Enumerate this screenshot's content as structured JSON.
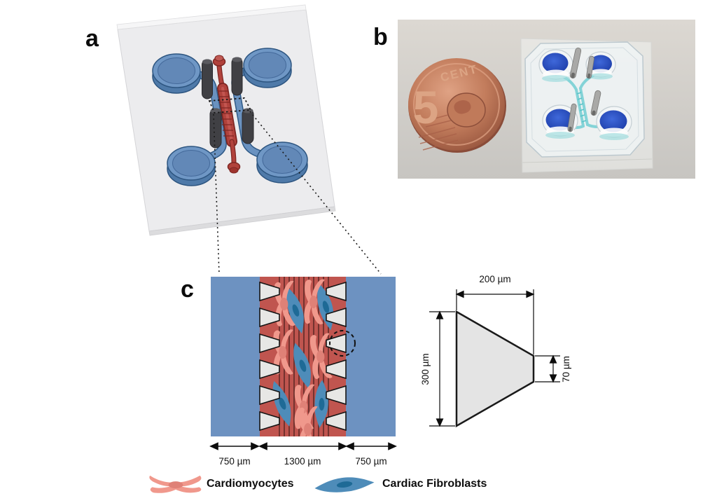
{
  "panels": {
    "a": {
      "label": "a"
    },
    "b": {
      "label": "b"
    },
    "c": {
      "label": "c"
    }
  },
  "panel_c": {
    "dim_left": "750 µm",
    "dim_center": "1300 µm",
    "dim_right": "750 µm"
  },
  "post_detail": {
    "width_top": "200 µm",
    "height_left": "300 µm",
    "height_right": "70 µm"
  },
  "legend": {
    "cardiomyocytes": "Cardiomyocytes",
    "fibroblasts": "Cardiac Fibroblasts"
  },
  "photo": {
    "coin_digit": "5",
    "coin_word": "CENT"
  },
  "icons": {
    "cardiomyocyte": "pink branched cell shape",
    "fibroblast": "blue spindle cell shape",
    "micro_post": "gray trapezoid pillar"
  },
  "colors": {
    "side_channel_blue": "#6d92c1",
    "tissue_channel_red": "#c0554f",
    "cardiomyocyte_pink": "#f0988c",
    "cardiomyocyte_nucleus": "#df8177",
    "fibroblast_blue": "#4e8cb9",
    "fibroblast_nucleus": "#1e6a96",
    "post_gray": "#e7e7e5",
    "device_blue": "#6f97c5",
    "device_red": "#b1423c",
    "rod_gray": "#404044",
    "coin_copper": "#c27c5c",
    "well_dye_blue": "#2a50c4",
    "chip_channel_cyan": "#7fd2d6"
  }
}
